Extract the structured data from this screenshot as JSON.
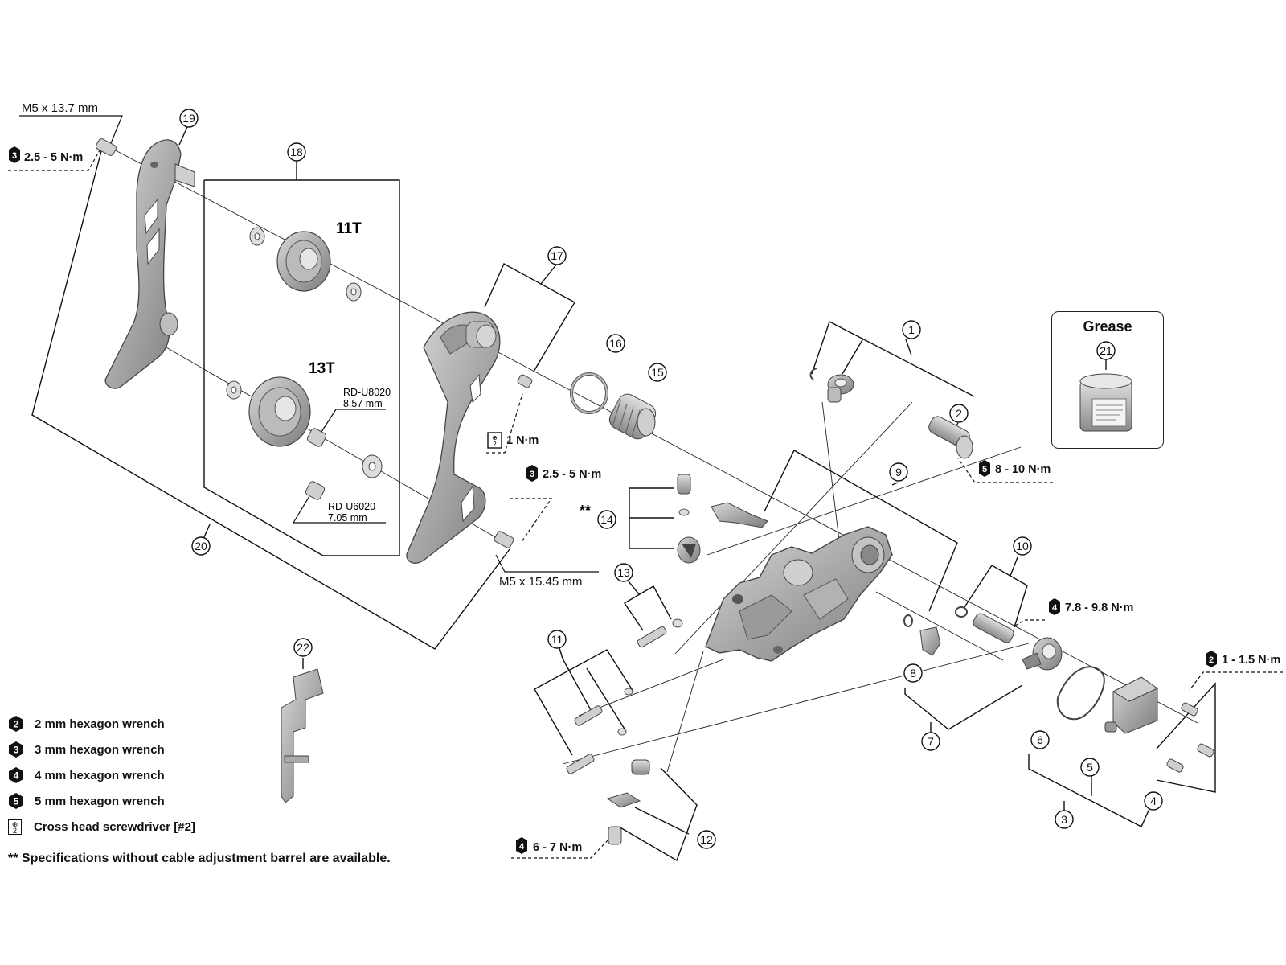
{
  "callouts": [
    "1",
    "2",
    "3",
    "4",
    "5",
    "6",
    "7",
    "8",
    "9",
    "10",
    "11",
    "12",
    "13",
    "14",
    "15",
    "16",
    "17",
    "18",
    "19",
    "20",
    "21",
    "22"
  ],
  "labels": {
    "bolt_19": "M5 x 13.7 mm",
    "bolt_17": "M5 x 15.45 mm",
    "pulley_top": "11T",
    "pulley_bottom": "13T",
    "spacer_u8020_model": "RD-U8020",
    "spacer_u8020_size": "8.57 mm",
    "spacer_u6020_model": "RD-U6020",
    "spacer_u6020_size": "7.05 mm",
    "double_asterisk": "**"
  },
  "torques": {
    "t_19": {
      "tool": "3",
      "value": "2.5 - 5 N·m"
    },
    "t_17a": {
      "tool": "cross",
      "value": "1 N·m"
    },
    "t_17b": {
      "tool": "3",
      "value": "2.5 - 5 N·m"
    },
    "t_2": {
      "tool": "5",
      "value": "8 - 10 N·m"
    },
    "t_10": {
      "tool": "4",
      "value": "7.8 - 9.8 N·m"
    },
    "t_4": {
      "tool": "2",
      "value": "1 - 1.5 N·m"
    },
    "t_12": {
      "tool": "4",
      "value": "6 - 7 N·m"
    }
  },
  "grease": {
    "title": "Grease"
  },
  "legend": [
    {
      "badge": "2",
      "text": "2 mm hexagon wrench"
    },
    {
      "badge": "3",
      "text": "3 mm hexagon wrench"
    },
    {
      "badge": "4",
      "text": "4 mm hexagon wrench"
    },
    {
      "badge": "5",
      "text": "5 mm hexagon wrench"
    },
    {
      "badge": "cross",
      "text": "Cross head screwdriver [#2]"
    }
  ],
  "footnote": "** Specifications without cable adjustment barrel are available."
}
